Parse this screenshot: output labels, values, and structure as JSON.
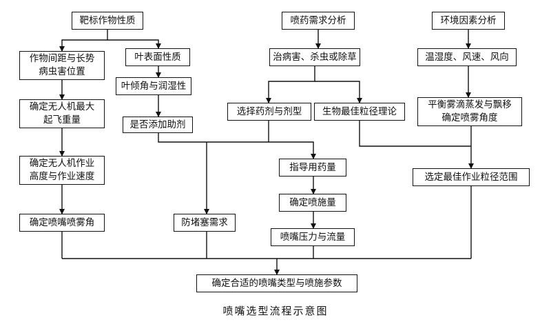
{
  "diagram": {
    "caption": "喷嘴选型流程示意图",
    "nodes": [
      {
        "id": "target_props",
        "label": "靶标作物性质"
      },
      {
        "id": "drug_needs",
        "label": "喷药需求分析"
      },
      {
        "id": "env_factors",
        "label": "环境因素分析"
      },
      {
        "id": "spacing",
        "label": "作物间距与长势\n病虫害位置"
      },
      {
        "id": "leaf_surface",
        "label": "叶表面性质"
      },
      {
        "id": "cure",
        "label": "治病害、杀虫或除草"
      },
      {
        "id": "temp_humidity",
        "label": "温湿度、风速、风向"
      },
      {
        "id": "leaf_angle",
        "label": "叶倾角与润湿性"
      },
      {
        "id": "max_weight",
        "label": "确定无人机最大\n起飞重量"
      },
      {
        "id": "select_drug",
        "label": "选择药剂与剂型"
      },
      {
        "id": "bio_theory",
        "label": "生物最佳粒径理论"
      },
      {
        "id": "balance",
        "label": "平衡雾滴蒸发与飘移\n确定喷雾角度"
      },
      {
        "id": "additive",
        "label": "是否添加助剂"
      },
      {
        "id": "height_speed",
        "label": "确定无人机作业\n高度与作业速度"
      },
      {
        "id": "dosage",
        "label": "指导用药量"
      },
      {
        "id": "particle_range",
        "label": "选定最佳作业粒径范围"
      },
      {
        "id": "spray_amount",
        "label": "确定喷施量"
      },
      {
        "id": "spray_angle",
        "label": "确定喷嘴喷雾角"
      },
      {
        "id": "anticlog",
        "label": "防堵塞需求"
      },
      {
        "id": "pressure_flow",
        "label": "喷嘴压力与流量"
      },
      {
        "id": "final",
        "label": "确定合适的喷嘴类型与喷施参数"
      }
    ],
    "edges": [
      [
        "target_props",
        "spacing"
      ],
      [
        "target_props",
        "leaf_surface"
      ],
      [
        "drug_needs",
        "cure"
      ],
      [
        "env_factors",
        "temp_humidity"
      ],
      [
        "leaf_surface",
        "leaf_angle"
      ],
      [
        "leaf_angle",
        "additive"
      ],
      [
        "spacing",
        "max_weight"
      ],
      [
        "max_weight",
        "height_speed"
      ],
      [
        "height_speed",
        "spray_angle"
      ],
      [
        "cure",
        "select_drug"
      ],
      [
        "cure",
        "bio_theory"
      ],
      [
        "temp_humidity",
        "balance"
      ],
      [
        "balance",
        "particle_range"
      ],
      [
        "additive",
        "dosage"
      ],
      [
        "additive",
        "anticlog"
      ],
      [
        "select_drug",
        "dosage"
      ],
      [
        "bio_theory",
        "particle_range"
      ],
      [
        "dosage",
        "spray_amount"
      ],
      [
        "spray_amount",
        "pressure_flow"
      ],
      [
        "spray_angle",
        "final"
      ],
      [
        "anticlog",
        "final"
      ],
      [
        "pressure_flow",
        "final"
      ],
      [
        "particle_range",
        "final"
      ]
    ]
  }
}
